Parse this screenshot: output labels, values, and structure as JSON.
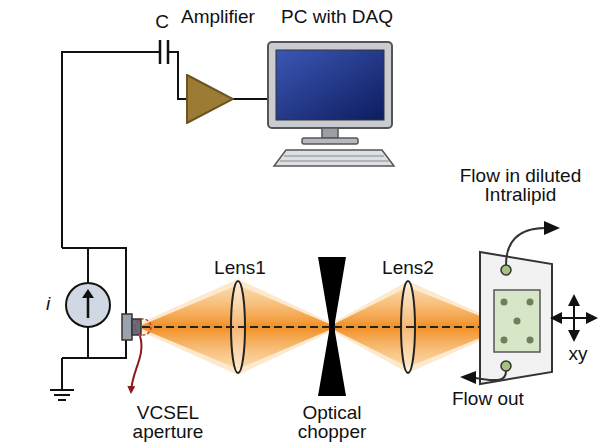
{
  "diagram": {
    "nodes": [
      {
        "text": [
          "Amplifier"
        ]
      },
      {
        "text": [
          "PC with DAQ"
        ]
      }
    ],
    "edges": [
      {
        "from": 0,
        "to": 1,
        "arrow": "none"
      }
    ],
    "labels": [
      "C",
      "i",
      "Lens1",
      "Optical chopper",
      "Lens2",
      "Flow in diluted Intralipid",
      "Flow out",
      "xy",
      "VCSEL aperture"
    ]
  }
}
